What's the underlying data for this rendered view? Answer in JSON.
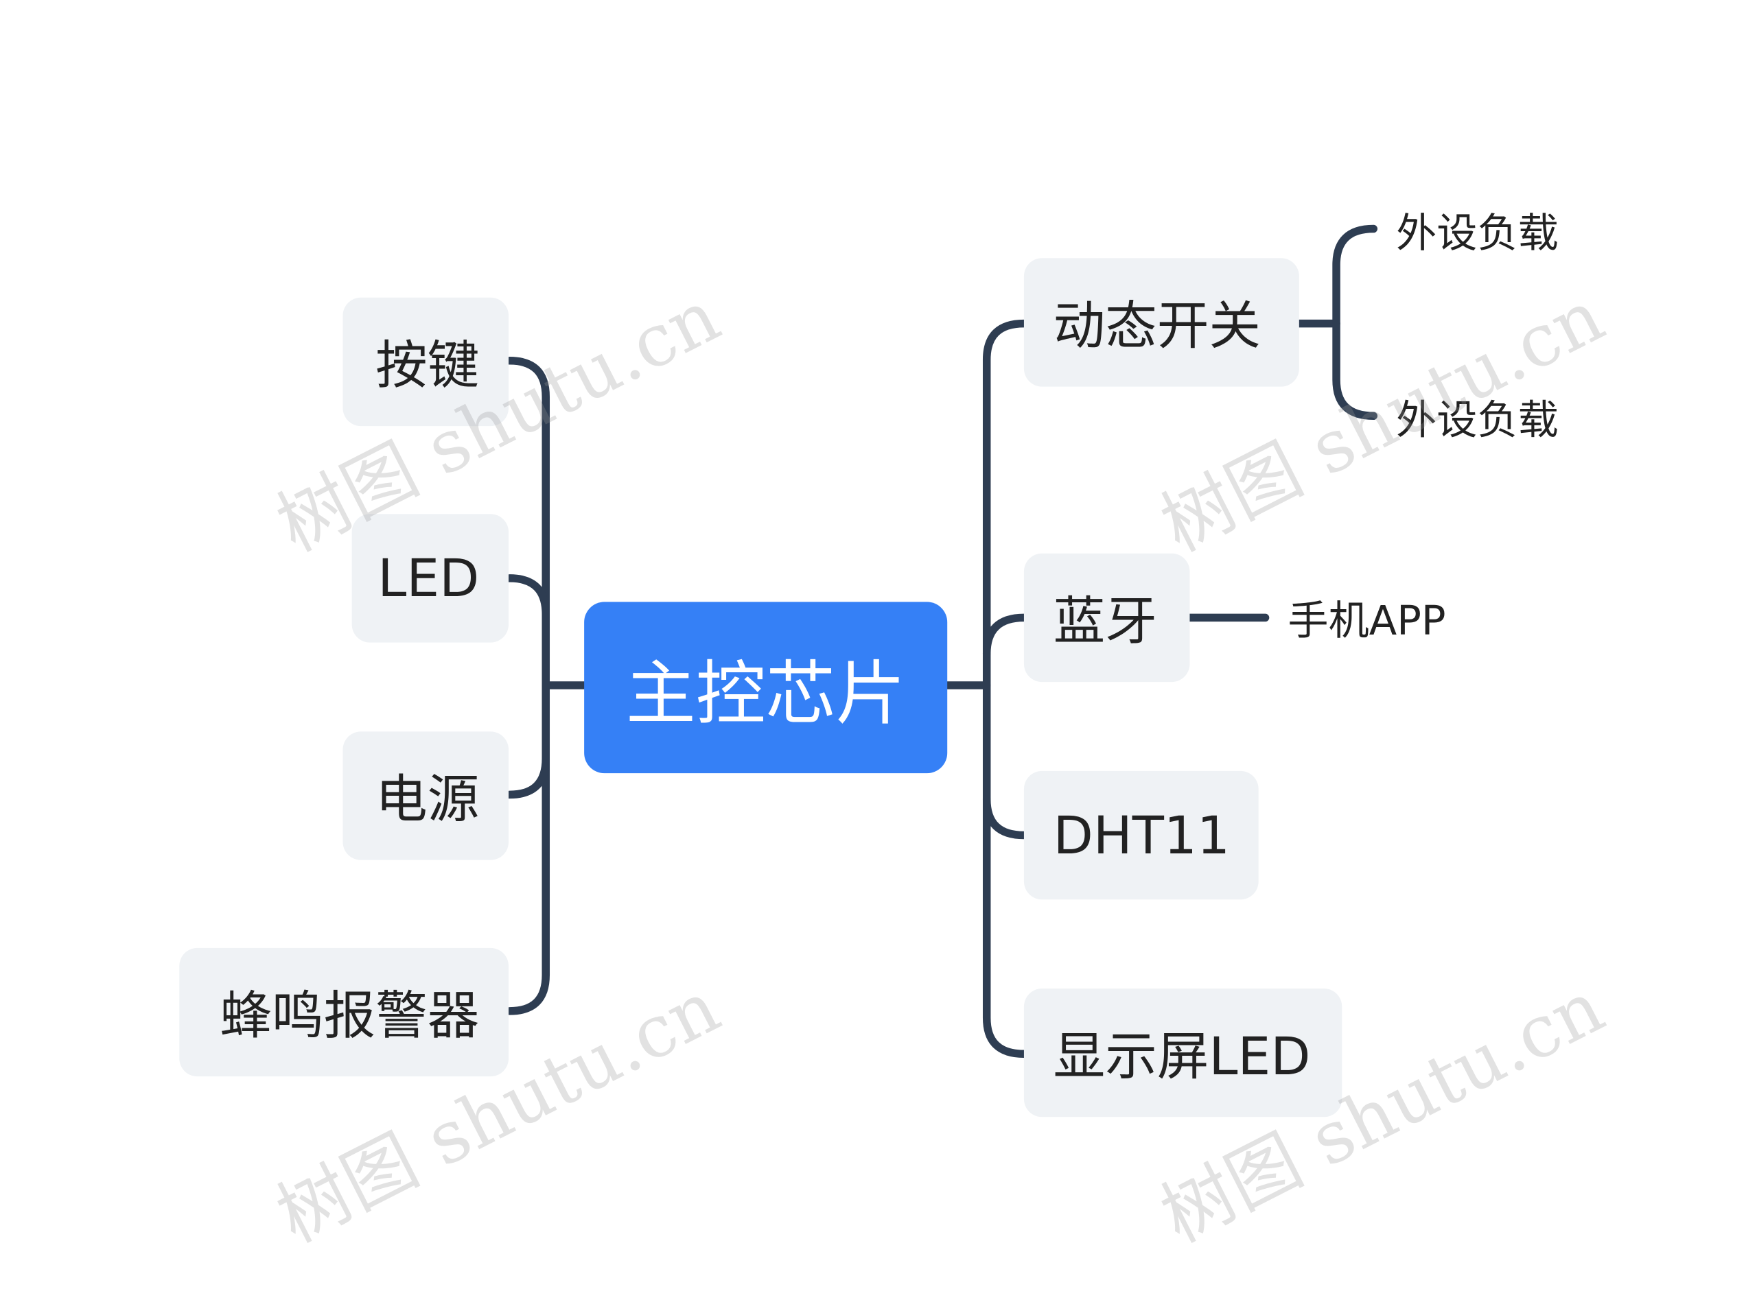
{
  "root": {
    "label": "主控芯片"
  },
  "left_branches": [
    {
      "label": "按键"
    },
    {
      "label": "LED"
    },
    {
      "label": "电源"
    },
    {
      "label": "蜂鸣报警器"
    }
  ],
  "right_branches": [
    {
      "label": "动态开关",
      "children": [
        {
          "label": "外设负载"
        },
        {
          "label": "外设负载"
        }
      ]
    },
    {
      "label": "蓝牙",
      "children": [
        {
          "label": "手机APP"
        }
      ]
    },
    {
      "label": "DHT11"
    },
    {
      "label": "显示屏LED"
    }
  ],
  "watermark": {
    "text": "树图 shutu.cn"
  },
  "colors": {
    "root_fill": "#3580f6",
    "node_fill": "#eff2f5",
    "connector": "#2e3d52",
    "text": "#222222"
  }
}
